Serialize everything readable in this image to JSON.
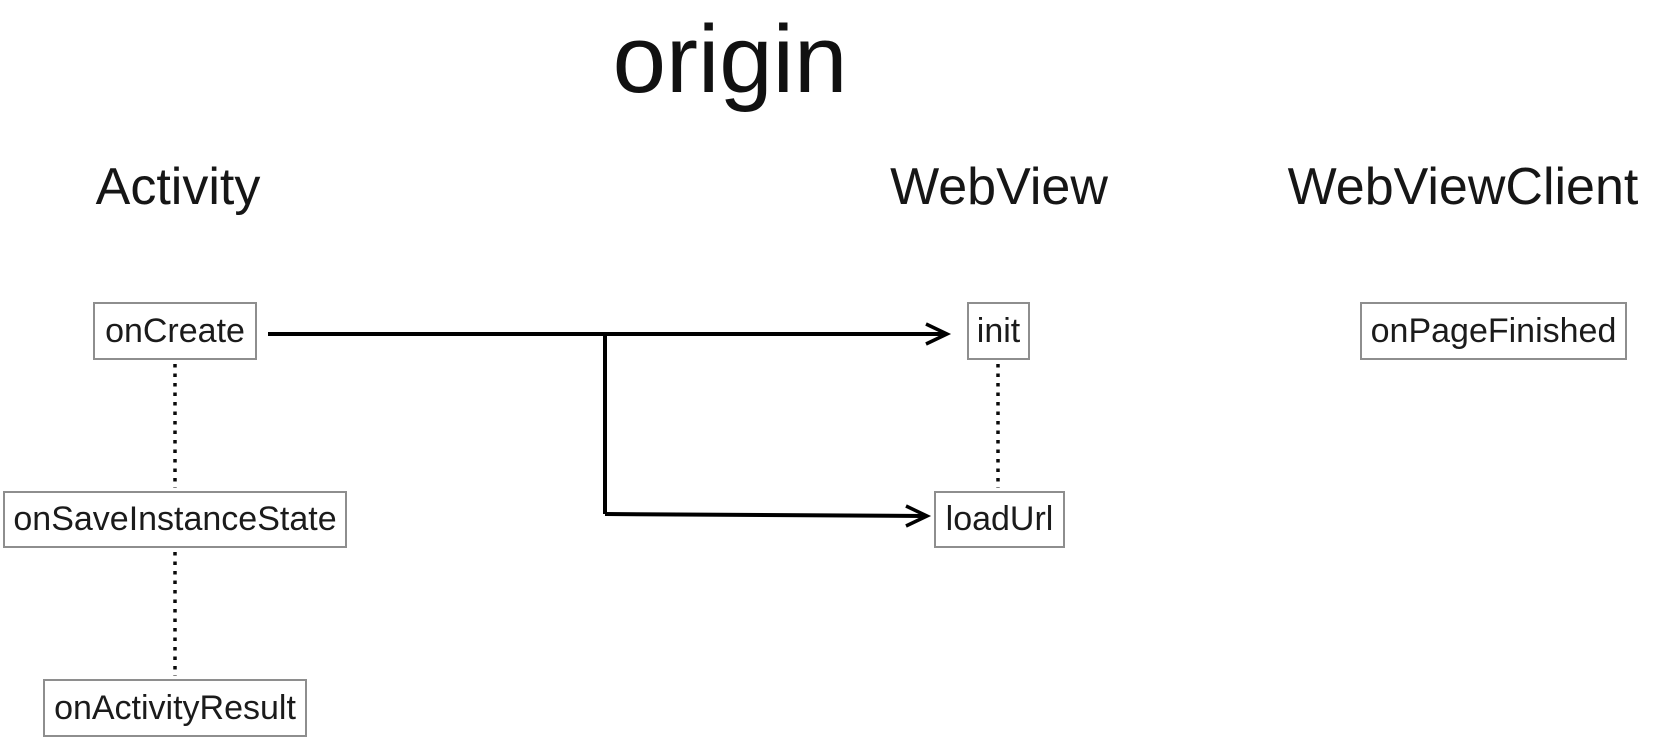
{
  "diagram": {
    "title": "origin",
    "columns": [
      {
        "id": "activity",
        "label": "Activity"
      },
      {
        "id": "webview",
        "label": "WebView"
      },
      {
        "id": "webviewclient",
        "label": "WebViewClient"
      }
    ],
    "nodes": [
      {
        "id": "onCreate",
        "label": "onCreate",
        "column": "Activity"
      },
      {
        "id": "onSaveInstanceState",
        "label": "onSaveInstanceState",
        "column": "Activity"
      },
      {
        "id": "onActivityResult",
        "label": "onActivityResult",
        "column": "Activity"
      },
      {
        "id": "init",
        "label": "init",
        "column": "WebView"
      },
      {
        "id": "loadUrl",
        "label": "loadUrl",
        "column": "WebView"
      },
      {
        "id": "onPageFinished",
        "label": "onPageFinished",
        "column": "WebViewClient"
      }
    ],
    "connections": [
      {
        "from": "onCreate",
        "to": "init",
        "style": "solid-arrow"
      },
      {
        "from": "onCreate",
        "to": "loadUrl",
        "style": "solid-arrow-branch"
      },
      {
        "from": "onCreate",
        "to": "onSaveInstanceState",
        "style": "dotted-lifeline"
      },
      {
        "from": "onSaveInstanceState",
        "to": "onActivityResult",
        "style": "dotted-lifeline"
      },
      {
        "from": "init",
        "to": "loadUrl",
        "style": "dotted-lifeline"
      }
    ],
    "colors": {
      "background": "#ffffff",
      "text": "#1b1b1b",
      "box_border": "#8e8e8e",
      "line": "#000000"
    }
  }
}
